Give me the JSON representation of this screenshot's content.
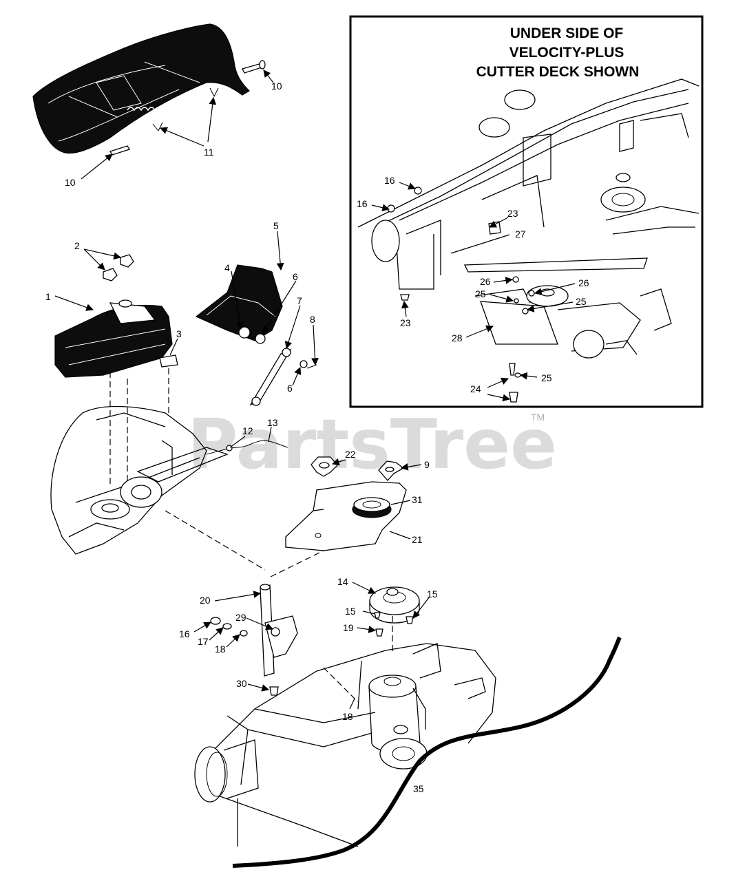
{
  "inset": {
    "title_line1": "UNDER SIDE OF",
    "title_line2": "VELOCITY-PLUS",
    "title_line3": "CUTTER DECK SHOWN"
  },
  "watermark": {
    "text": "PartsTree",
    "trademark": "TM"
  },
  "callouts": {
    "c1": "1",
    "c2": "2",
    "c3": "3",
    "c4": "4",
    "c5": "5",
    "c6a": "6",
    "c6b": "6",
    "c7": "7",
    "c8": "8",
    "c9": "9",
    "c10a": "10",
    "c10b": "10",
    "c11": "11",
    "c12": "12",
    "c13": "13",
    "c14": "14",
    "c15a": "15",
    "c15b": "15",
    "c16a": "16",
    "c16b": "16",
    "c16c": "16",
    "c17": "17",
    "c18a": "18",
    "c18b": "18",
    "c19": "19",
    "c20": "20",
    "c21": "21",
    "c22": "22",
    "c23a": "23",
    "c23b": "23",
    "c24": "24",
    "c25a": "25",
    "c25b": "25",
    "c25c": "25",
    "c26a": "26",
    "c26b": "26",
    "c27": "27",
    "c28": "28",
    "c29": "29",
    "c30": "30",
    "c31": "31",
    "c35": "35"
  }
}
